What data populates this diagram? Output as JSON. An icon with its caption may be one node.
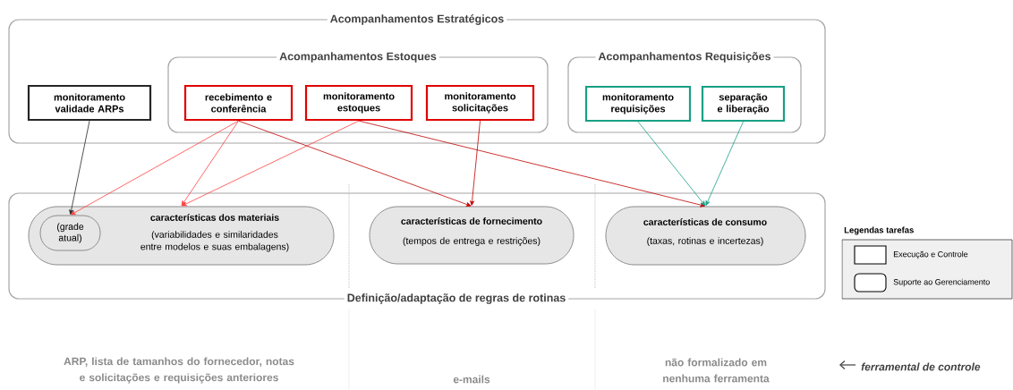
{
  "diagram": {
    "nodes": [
      {
        "text": [
          "Acompanhamentos Estratégicos"
        ]
      },
      {
        "text": [
          "Acompanhamentos Estoques"
        ],
        "in": 0
      },
      {
        "text": [
          "Acompanhamentos Requisições"
        ],
        "in": 0
      },
      {
        "text": [
          "monitoramento validade ARPs"
        ],
        "in": 0
      },
      {
        "text": [
          "recebimento e conferência"
        ],
        "in": 1
      },
      {
        "text": [
          "monitoramento estoques"
        ],
        "in": 1
      },
      {
        "text": [
          "monitoramento solicitações"
        ],
        "in": 1
      },
      {
        "text": [
          "monitoramento requisições"
        ],
        "in": 2
      },
      {
        "text": [
          "separação e liberação"
        ],
        "in": 2
      },
      {
        "text": [
          "Definição/adaptação de regras de rotinas"
        ]
      },
      {
        "text": [
          "características dos materiais",
          "(variabilidades e similaridades entre modelos e suas embalagens)"
        ],
        "in": 9
      },
      {
        "text": [
          "(grade atual)"
        ],
        "in": 10
      },
      {
        "text": [
          "características de fornecimento",
          "(tempos de entrega e restrições)"
        ],
        "in": 9
      },
      {
        "text": [
          "características de consumo",
          "(taxas, rotinas e incertezas)"
        ],
        "in": 9
      }
    ],
    "edges": [
      {
        "from": 3,
        "to": 11,
        "arrow": "to",
        "color": "#262626"
      },
      {
        "from": 4,
        "to": 11,
        "arrow": "to"
      },
      {
        "from": 4,
        "to": 10,
        "arrow": "to"
      },
      {
        "from": 5,
        "to": 10,
        "arrow": "to"
      },
      {
        "from": 4,
        "to": 12,
        "arrow": "to",
        "color": "#c00000"
      },
      {
        "from": 6,
        "to": 12,
        "arrow": "to",
        "color": "#c00000"
      },
      {
        "from": 5,
        "to": 13,
        "arrow": "to",
        "color": "#c00000"
      },
      {
        "from": 7,
        "to": 13,
        "arrow": "to",
        "color": "#17a085"
      },
      {
        "from": 8,
        "to": 13,
        "arrow": "to",
        "color": "#17a085"
      }
    ],
    "labels": [
      "Legendas tarefas",
      "ARP, lista de tamanhos do fornecedor, notas e solicitações e requisições anteriores",
      "e-mails",
      "não formalizado em nenhuma ferramenta",
      "ferramental de controle"
    ],
    "legend": [
      {
        "text": "Execução e Controle"
      },
      {
        "text": "Suporte ao Gerenciamento"
      }
    ]
  }
}
